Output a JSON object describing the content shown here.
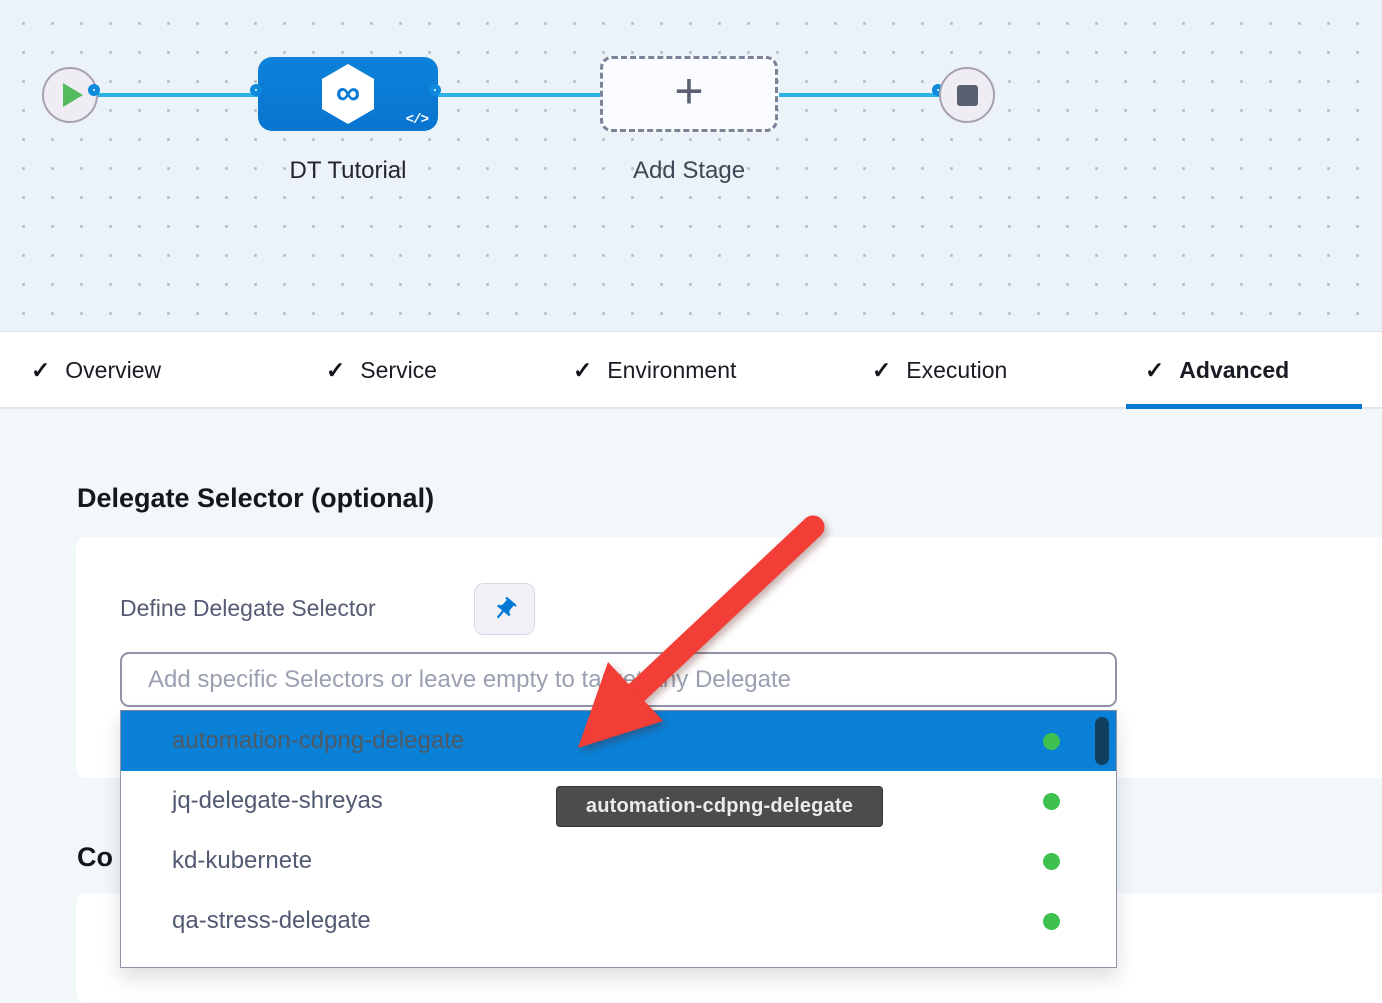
{
  "canvas": {
    "stage": {
      "label": "DT Tutorial",
      "code_badge": "</>",
      "logo_glyph": "∞"
    },
    "add_stage": {
      "label": "Add Stage",
      "plus_glyph": "+"
    }
  },
  "tabs": {
    "check_glyph": "✓",
    "items": [
      {
        "label": "Overview",
        "active": false
      },
      {
        "label": "Service",
        "active": false
      },
      {
        "label": "Environment",
        "active": false
      },
      {
        "label": "Execution",
        "active": false
      },
      {
        "label": "Advanced",
        "active": true
      }
    ]
  },
  "advanced_panel": {
    "delegate_section_heading": "Delegate Selector (optional)",
    "define_label": "Define Delegate Selector",
    "selector_placeholder": "Add specific Selectors or leave empty to target any Delegate",
    "next_section_heading_visible": "Co",
    "dropdown_items": [
      {
        "name": "automation-cdpng-delegate",
        "status": "connected",
        "highlighted": true
      },
      {
        "name": "jq-delegate-shreyas",
        "status": "connected",
        "highlighted": false
      },
      {
        "name": "kd-kubernete",
        "status": "connected",
        "highlighted": false
      },
      {
        "name": "qa-stress-delegate",
        "status": "connected",
        "highlighted": false
      }
    ],
    "tooltip_text": "automation-cdpng-delegate"
  },
  "colors": {
    "accent_blue": "#0278d5",
    "highlight_row_blue": "#0a80d6",
    "status_green": "#3fc150",
    "connector_cyan": "#2db3e6",
    "annotation_red": "#f23e36",
    "canvas_bg": "#ebf3f8",
    "page_bg": "#f2f7fa"
  }
}
